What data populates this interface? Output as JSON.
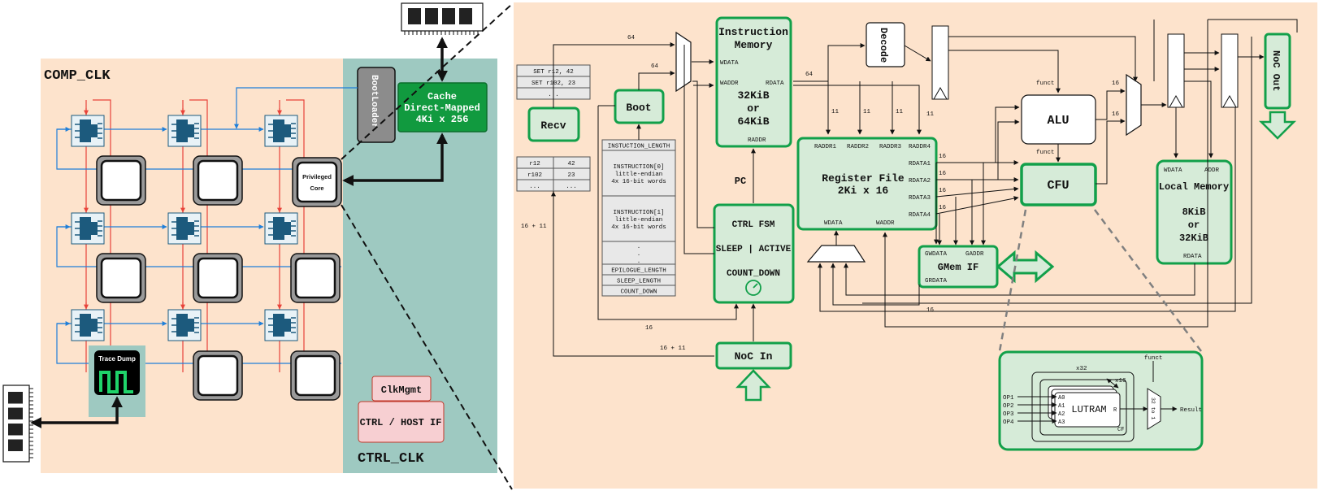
{
  "colors": {
    "peach": "#fde3cc",
    "teal": "#9ec9c1",
    "green_fill": "#d6ebd8",
    "green_stroke": "#12a04a",
    "dark_green": "#119a3f",
    "router_fill": "#1c5a7d",
    "blue_line": "#1f7fd9",
    "red_line": "#e8433a",
    "pink": "#f7cfd2",
    "gray_box": "#8c8c8c"
  },
  "left": {
    "comp_clk": "COMP_CLK",
    "ctrl_clk": "CTRL_CLK",
    "bootloader": "BootLoader",
    "cache": [
      "Cache",
      "Direct-Mapped",
      "4Ki x 256"
    ],
    "privileged_core": [
      "Privileged",
      "Core"
    ],
    "trace_dump": "Trace Dump",
    "clkmgmt": "ClkMgmt",
    "ctrl_host_if": "CTRL / HOST IF"
  },
  "right": {
    "instr_mem": {
      "title": [
        "Instruction",
        "Memory"
      ],
      "size": [
        "32KiB",
        "or",
        "64KiB"
      ],
      "wdata": "WDATA",
      "waddr": "WADDR",
      "rdata": "RDATA",
      "raddr": "RADDR"
    },
    "decode": "Decode",
    "boot": "Boot",
    "recv": "Recv",
    "set_table": [
      "SET  r12, 42",
      "SET r102, 23",
      "..."
    ],
    "reg_table": [
      [
        "r12",
        "42"
      ],
      [
        "r102",
        "23"
      ],
      [
        "...",
        "..."
      ]
    ],
    "program_table": [
      "INSTUCTION_LENGTH",
      "INSTRUCTION[0]|little-endian|4x 16-bit words",
      "INSTRUCTION[1]|little-endian|4x 16-bit words",
      ".|.|.",
      "EPILOGUE_LENGTH",
      "SLEEP_LENGTH",
      "COUNT_DOWN"
    ],
    "pc": "PC",
    "ctrl_fsm": [
      "CTRL FSM",
      "SLEEP | ACTIVE",
      "COUNT_DOWN"
    ],
    "noc_in": "NoC In",
    "noc_out": "NoC Out",
    "reg_file": {
      "title": [
        "Register File",
        "2Ki x 16"
      ],
      "raddr": [
        "RADDR1",
        "RADDR2",
        "RADDR3",
        "RADDR4"
      ],
      "rdata": [
        "RDATA1",
        "RDATA2",
        "RDATA3",
        "RDATA4"
      ],
      "wdata": "WDATA",
      "waddr": "WADDR"
    },
    "alu": "ALU",
    "cfu": "CFU",
    "gmem_if": {
      "title": "GMem IF",
      "gwdata": "GWDATA",
      "gaddr": "GADDR",
      "grdata": "GRDATA"
    },
    "local_mem": {
      "title": "Local Memory",
      "size": [
        "8KiB",
        "or",
        "32KiB"
      ],
      "wdata": "WDATA",
      "addr": "ADDR",
      "rdata": "RDATA"
    },
    "widths": {
      "w64": "64",
      "w11": "11",
      "w16": "16",
      "w16_11": "16 + 11"
    },
    "funct": "funct",
    "cfu_detail": {
      "x32": "x32",
      "x16": "x16",
      "funct": "funct",
      "ops": [
        "OP1",
        "OP2",
        "OP3",
        "OP4"
      ],
      "ports": [
        "A0",
        "A1",
        "A2",
        "A3"
      ],
      "lutram": "LUTRAM",
      "r": "R",
      "cf": "CF",
      "mux": "32 to 1",
      "result": "Result"
    }
  }
}
